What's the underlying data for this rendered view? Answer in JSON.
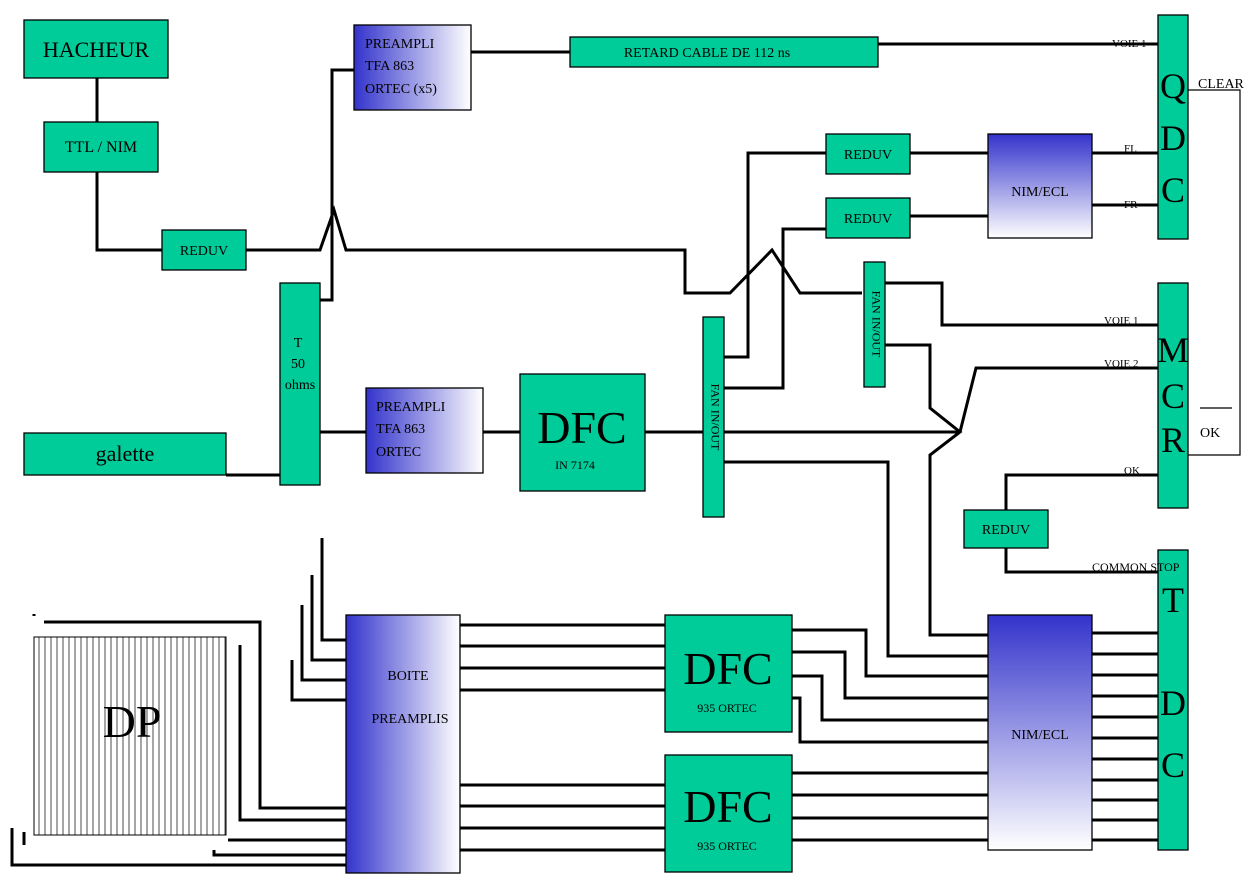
{
  "labels": {
    "hacheur": "HACHEUR",
    "ttl_nim": "TTL / NIM",
    "reduv": "REDUV",
    "preampli1_l1": "PREAMPLI",
    "preampli1_l2": "TFA 863",
    "preampli1_l3": "ORTEC (x5)",
    "retard": "RETARD CABLE DE 112 ns",
    "t_l1": "T",
    "t_l2": "50",
    "t_l3": "ohms",
    "galette": "galette",
    "preampli2_l1": "PREAMPLI",
    "preampli2_l2": "TFA 863",
    "preampli2_l3": "ORTEC",
    "dfc": "DFC",
    "dfc_main_sub": "IN 7174",
    "fan_in_out": "FAN IN/OUT",
    "nim_ecl": "NIM/ECL",
    "voie1": "VOIE 1",
    "voie2": "VOIE 2",
    "clear": "CLEAR",
    "ok": "OK",
    "fl": "FL",
    "fr": "FR",
    "common_stop": "COMMON STOP",
    "dp": "DP",
    "boite_l1": "BOITE",
    "boite_l2": "PREAMPLIS",
    "dfc_sub": "935 ORTEC",
    "qdc": [
      "Q",
      "D",
      "C"
    ],
    "mcr": [
      "M",
      "C",
      "R"
    ],
    "tdc": [
      "T",
      "D",
      "C"
    ]
  },
  "colors": {
    "module_green": "#00cc99",
    "gradient_blue": "#3333cc",
    "gradient_white": "#ffffff"
  }
}
